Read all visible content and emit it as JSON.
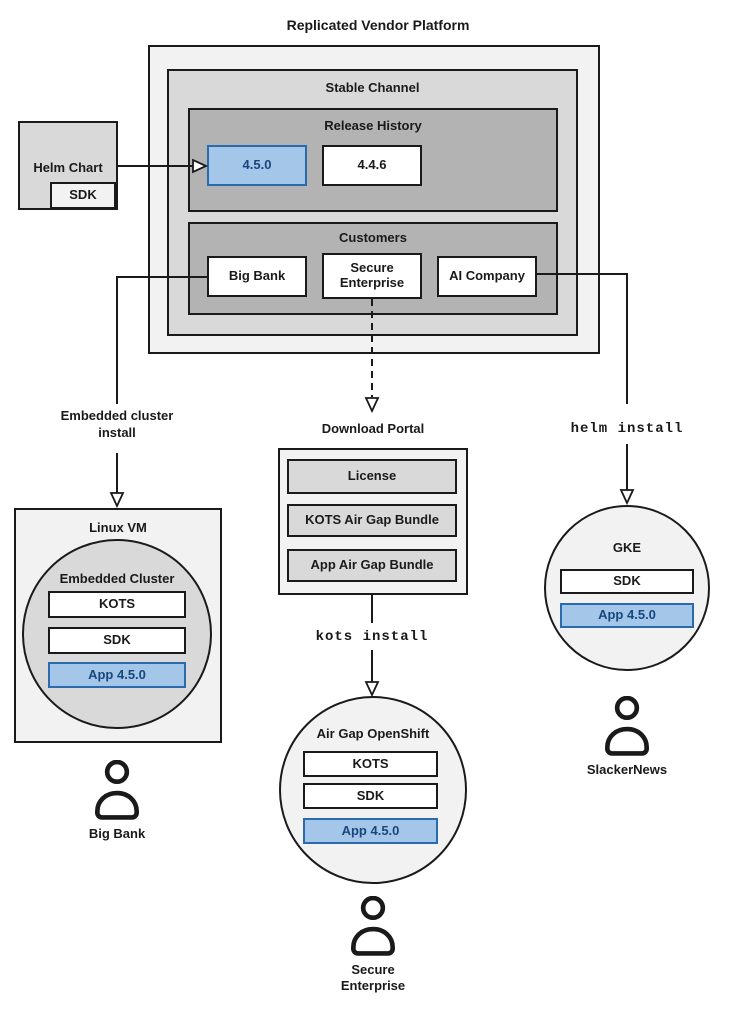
{
  "diagram_title": "Replicated Vendor Platform",
  "platform": {
    "stable_channel": {
      "title": "Stable Channel",
      "release_history": {
        "title": "Release History",
        "current_release": "4.5.0",
        "previous_release": "4.4.6"
      },
      "customers": {
        "title": "Customers",
        "big_bank": "Big Bank",
        "secure_enterprise": "Secure Enterprise",
        "ai_company": "AI Company"
      }
    }
  },
  "helm_chart": {
    "title": "Helm Chart",
    "sdk": "SDK"
  },
  "left_flow": {
    "install_method": "Embedded cluster install",
    "vm_title": "Linux VM",
    "cluster_title": "Embedded Cluster",
    "components": {
      "kots": "KOTS",
      "sdk": "SDK",
      "app": "App 4.5.0"
    },
    "person": "Big Bank"
  },
  "middle_flow": {
    "download_portal": {
      "title": "Download Portal",
      "license": "License",
      "kots_bundle": "KOTS Air Gap Bundle",
      "app_bundle": "App Air Gap Bundle"
    },
    "install_command": "kots install",
    "cluster_title": "Air Gap OpenShift",
    "components": {
      "kots": "KOTS",
      "sdk": "SDK",
      "app": "App 4.5.0"
    },
    "person": "Secure Enterprise"
  },
  "right_flow": {
    "install_command": "helm install",
    "cluster_title": "GKE",
    "components": {
      "sdk": "SDK",
      "app": "App 4.5.0"
    },
    "person": "SlackerNews"
  },
  "colors": {
    "highlight_fill": "#a4c6e8",
    "highlight_border": "#2a6bad",
    "highlight_text": "#17477e",
    "box_border": "#1a1a1a",
    "light_gray": "#f2f2f2",
    "mid_gray": "#d9d9d9",
    "dark_gray": "#b3b3b3"
  }
}
